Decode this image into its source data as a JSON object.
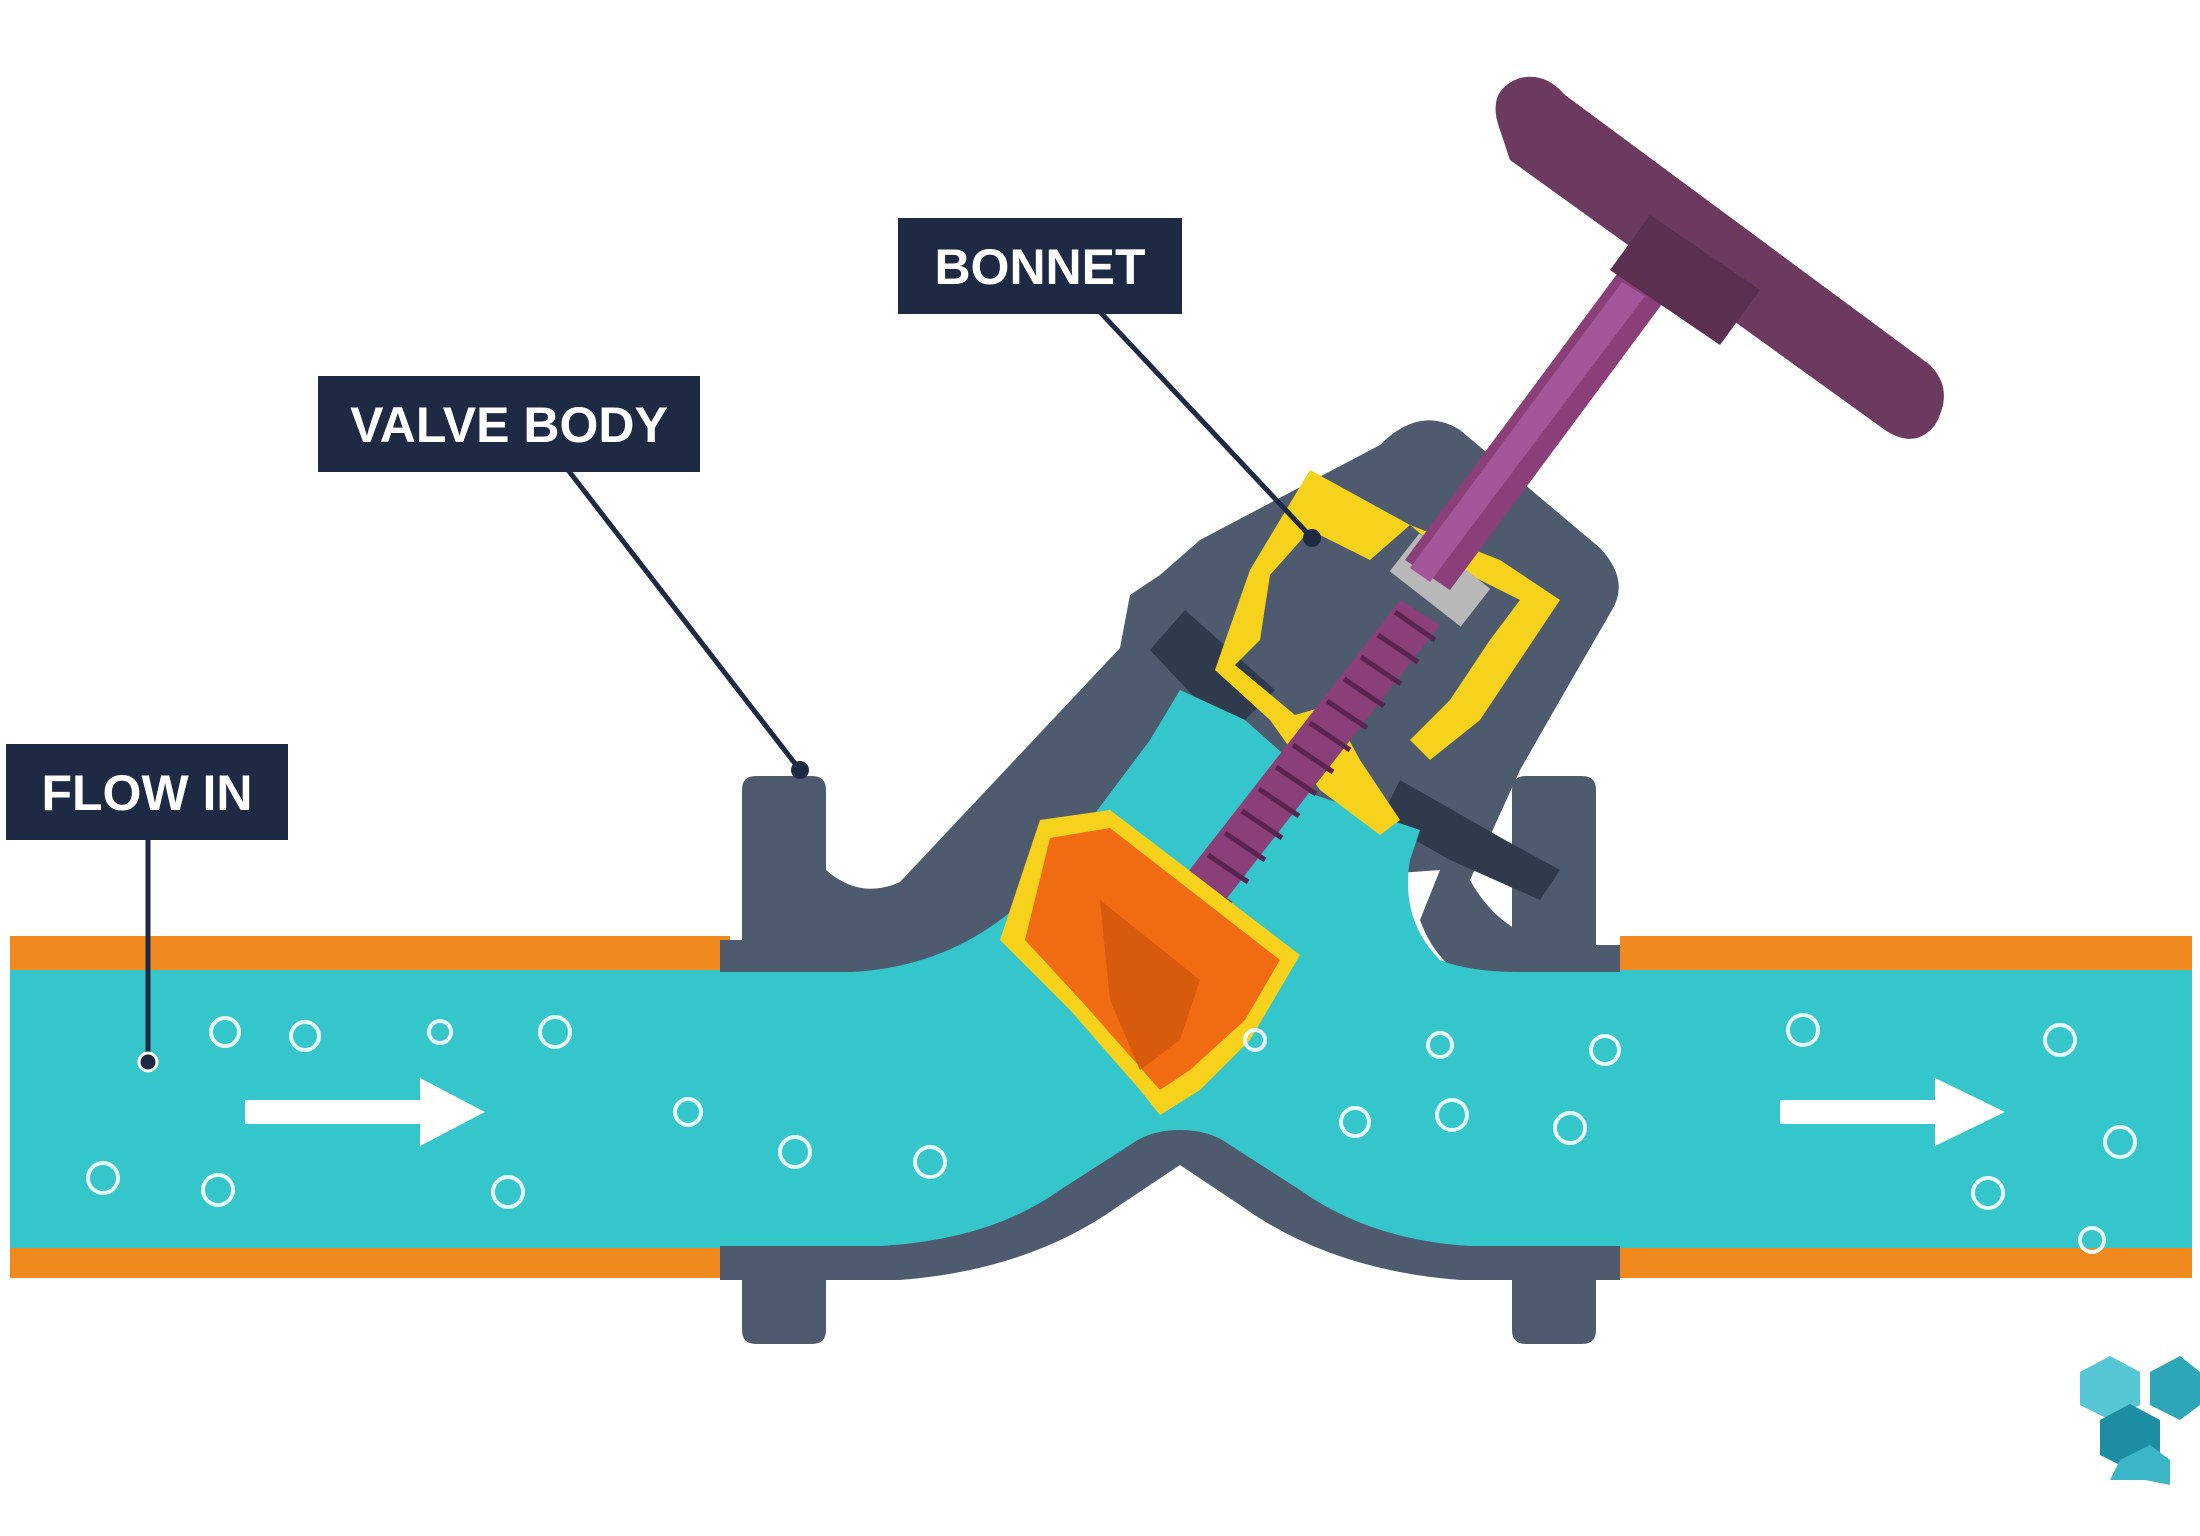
{
  "labels": {
    "flow_in": "FLOW IN",
    "valve_body": "VALVE BODY",
    "bonnet": "BONNET"
  },
  "icons": {
    "flow_arrow": "arrow-right-icon",
    "logo": "geometric-shield-logo"
  },
  "colors": {
    "pipe_wall": "#f08a1e",
    "water": "#35c6cc",
    "valve_body": "#4e5a6e",
    "valve_body_dark": "#2f3a4c",
    "bonnet_inner": "#f6d21c",
    "stem": "#8a3f78",
    "handwheel": "#6b3a5e",
    "disc": "#f06b12",
    "label_bg": "#1e2a44",
    "label_text": "#ffffff",
    "arrow": "#ffffff"
  }
}
